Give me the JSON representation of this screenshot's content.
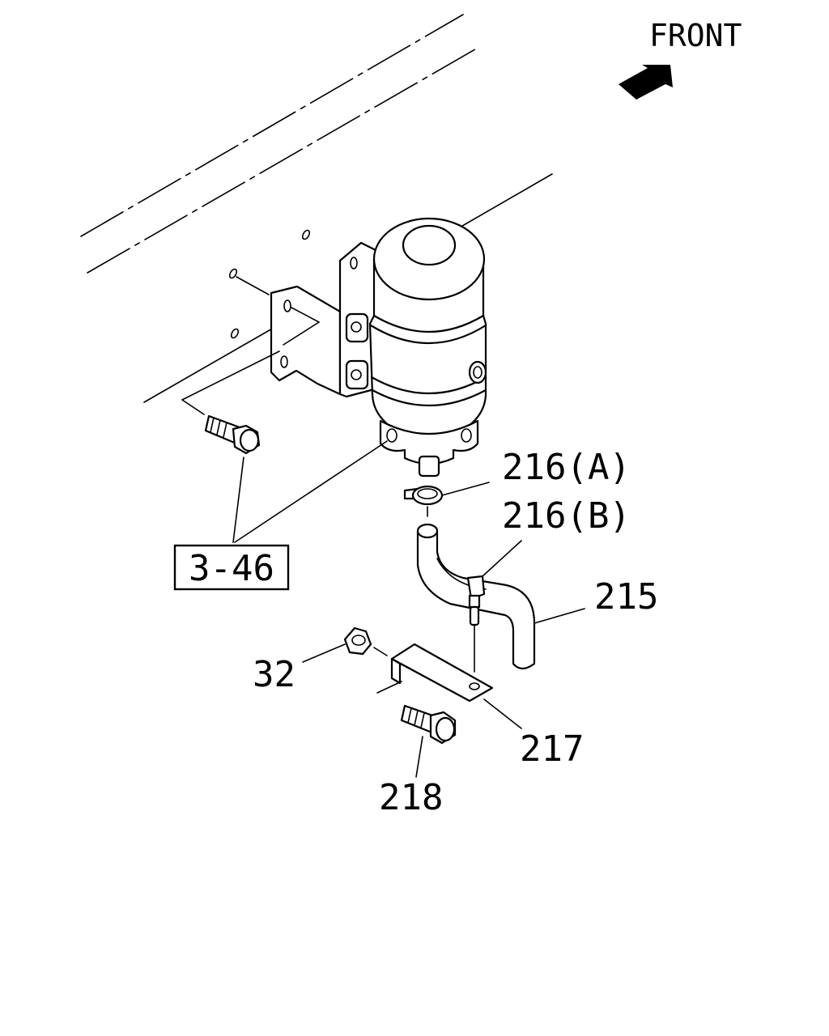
{
  "direction": {
    "text": "FRONT"
  },
  "reference_box": {
    "text": "3-46"
  },
  "callouts": {
    "p216a": "216(A)",
    "p216b": "216(B)",
    "p215": "215",
    "p32": "32",
    "p217": "217",
    "p218": "218"
  },
  "colors": {
    "ink": "#000000",
    "paper": "#ffffff"
  }
}
